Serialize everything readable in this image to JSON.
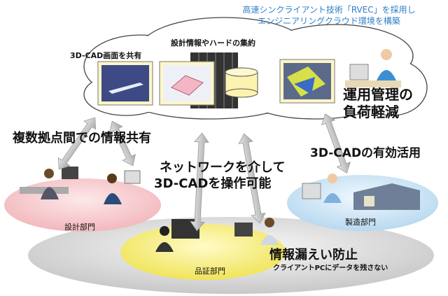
{
  "caption": {
    "line1": "高速シンクライアント技術「RVEC」を採用し",
    "line2": "エンジニアリングクラウド環境を構築"
  },
  "cloud": {
    "aggregation_label": "設計情報やハードの集約",
    "share_label": "3D-CAD画面を共有",
    "ops_line1": "運用管理の",
    "ops_line2": "負荷軽減"
  },
  "messages": {
    "multi_site": "複数拠点間での情報共有",
    "network_line1": "ネットワークを介して",
    "network_line2": "3D-CADを操作可能",
    "effective_use": "3D-CADの有効活用",
    "leak_title": "情報漏えい防止",
    "leak_sub": "クライアントPCにデータを残さない"
  },
  "departments": {
    "design": "設計部門",
    "quality": "品証部門",
    "manufacturing": "製造部門"
  },
  "colors": {
    "caption": "#2f7fc6",
    "design": "#f6c9cc",
    "quality": "#f5ef8a",
    "manufacturing": "#cfe6f5",
    "base": "#d8d8d8"
  }
}
